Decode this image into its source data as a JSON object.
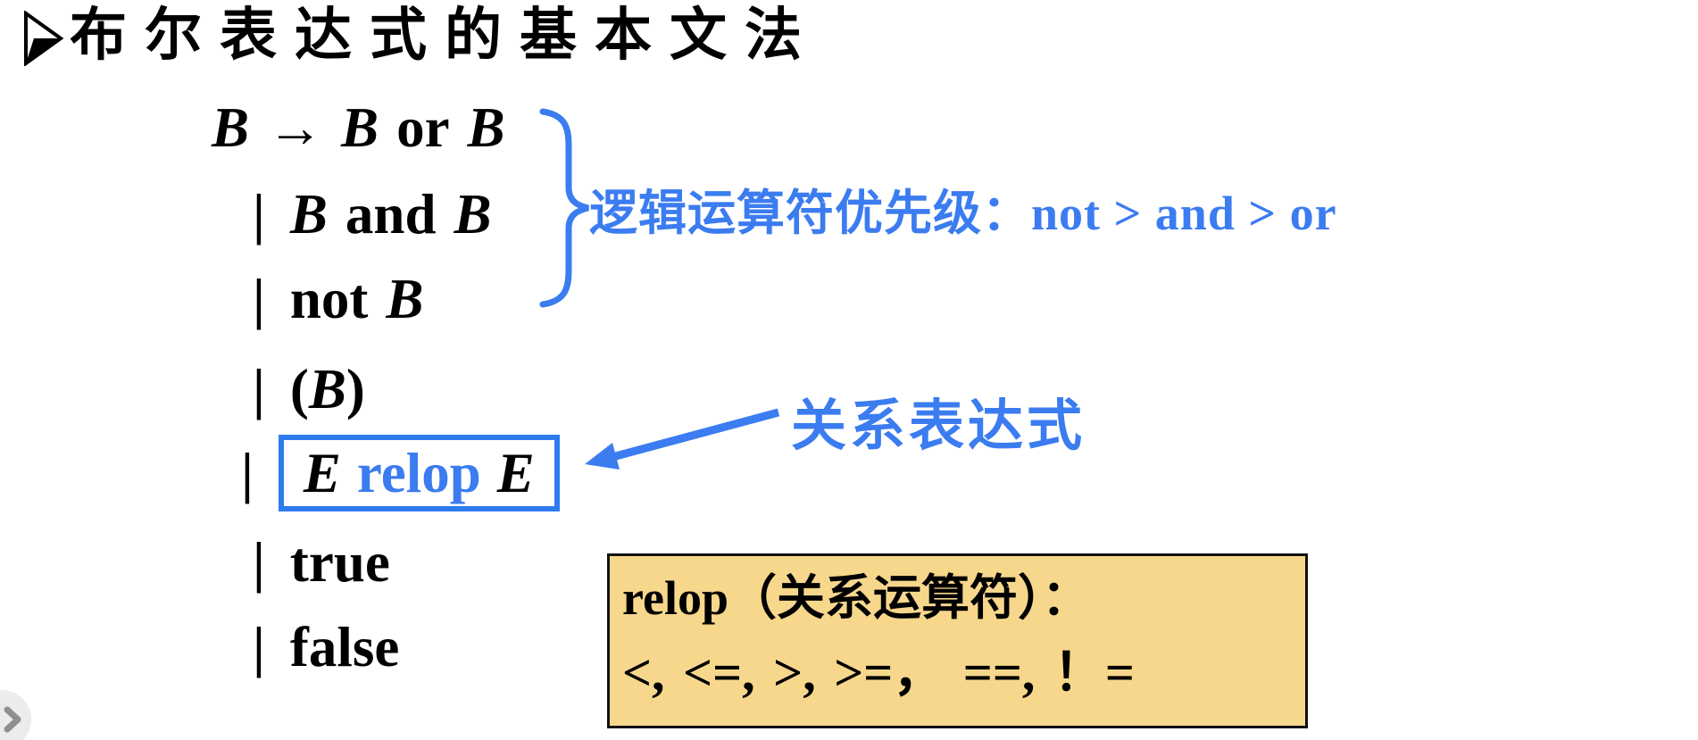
{
  "slide": {
    "title": {
      "bullet_icon": "arrowhead-right",
      "text": "布尔表达式的基本文法"
    },
    "grammar": {
      "prod1": {
        "head": "B",
        "arrow": "→",
        "lhs": "B",
        "op": "or",
        "rhs": "B"
      },
      "prod2": {
        "bar": "|",
        "lhs": "B",
        "op": "and",
        "rhs": "B"
      },
      "prod3": {
        "bar": "|",
        "op": "not",
        "rhs": "B"
      },
      "prod4": {
        "bar": "|",
        "open": "(",
        "sym": "B",
        "close": ")"
      },
      "prod5": {
        "bar": "|",
        "lhs": "E",
        "op": "relop",
        "rhs": "E"
      },
      "prod6": {
        "bar": "|",
        "term": "true"
      },
      "prod7": {
        "bar": "|",
        "term": "false"
      }
    },
    "annotations": {
      "precedence": "逻辑运算符优先级：not > and > or",
      "relational": "关系表达式"
    },
    "relop_box": {
      "line1": "relop（关系运算符）：",
      "line2": "<, <=, >, >=， ==, ！="
    },
    "colors": {
      "accent_blue": "#3b7cf0",
      "relop_box_fill": "#f6d78c",
      "nav_button_gray": "#ececec"
    }
  }
}
